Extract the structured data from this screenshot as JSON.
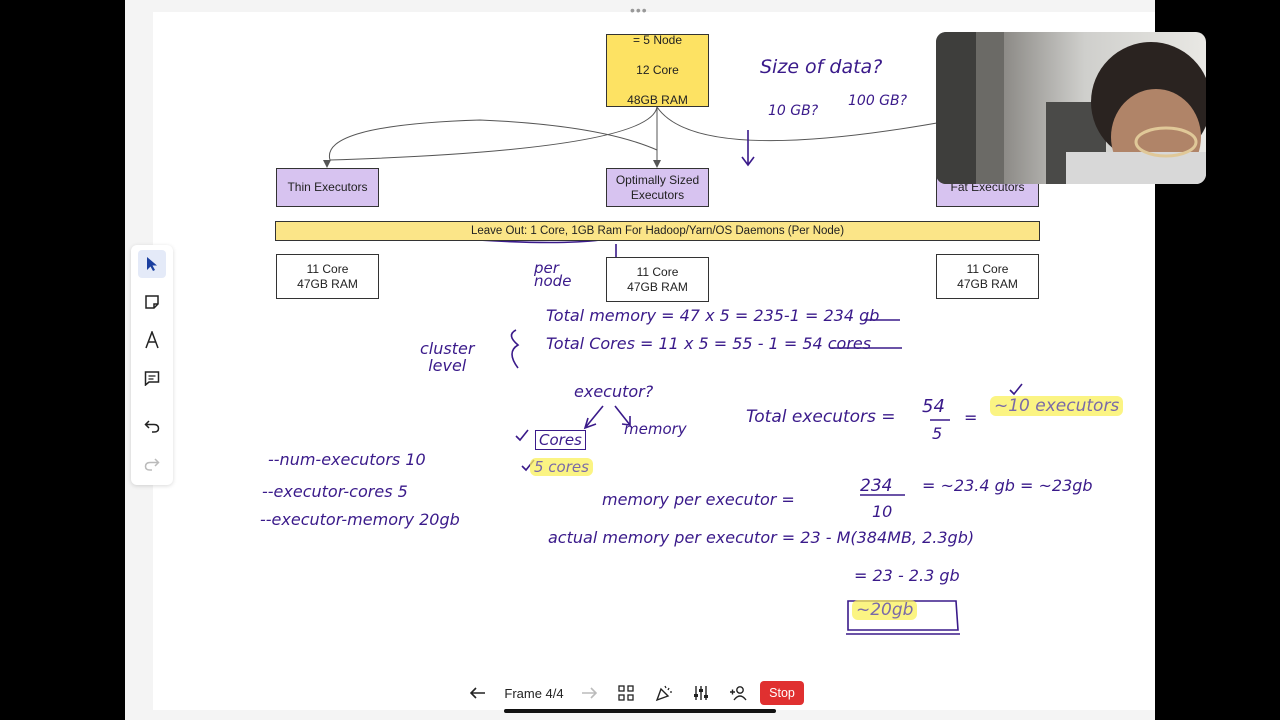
{
  "diagram": {
    "cluster_node": [
      "= 5 Node",
      "12 Core",
      "48GB RAM"
    ],
    "executor_types": {
      "thin": "Thin Executors",
      "optimal": "Optimally Sized\nExecutors",
      "fat": "Fat Executors"
    },
    "leave_out_banner": "Leave Out: 1 Core, 1GB Ram For Hadoop/Yarn/OS Daemons (Per Node)",
    "per_node_boxes": {
      "thin": "11 Core\n47GB RAM",
      "optimal": "11 Core\n47GB RAM",
      "fat": "11 Core\n47GB RAM"
    }
  },
  "handwriting": {
    "size_of_data": "Size of data?",
    "ten_gb": "10 GB?",
    "hundred_gb": "100 GB?",
    "per_node": "per\nnode",
    "cluster_level": "cluster\nlevel",
    "total_memory": "Total memory = 47 x 5 = 235-1 = 234 gb",
    "total_cores": "Total Cores = 11 x 5 = 55 - 1 = 54 cores",
    "executor_q": "executor?",
    "cores": "Cores",
    "memory": "memory",
    "five_cores": "5 cores",
    "total_executors_label": "Total executors =",
    "total_exec_num": "54",
    "total_exec_den": "5",
    "total_exec_result": "~10 executors",
    "num_executors": "--num-executors 10",
    "executor_cores": "--executor-cores 5",
    "executor_memory": "--executor-memory 20gb",
    "mem_per_exec_label": "memory per executor =",
    "mem_num": "234",
    "mem_den": "10",
    "mem_result": "= ~23.4 gb = ~23gb",
    "actual_memory": "actual memory per executor = 23 - M(384MB, 2.3gb)",
    "actual_step": "= 23 - 2.3 gb",
    "actual_result": "~20gb"
  },
  "toolbar": {
    "tools": [
      "select-icon",
      "sticky-note-icon",
      "text-icon",
      "comment-icon",
      "undo-icon",
      "redo-icon"
    ]
  },
  "bottom_bar": {
    "frame_label": "Frame 4/4",
    "stop_label": "Stop"
  },
  "colors": {
    "node_yellow": "#fde263",
    "executor_purple": "#d7c3f0",
    "ink": "#3a1a8a",
    "stop_red": "#e03030"
  }
}
